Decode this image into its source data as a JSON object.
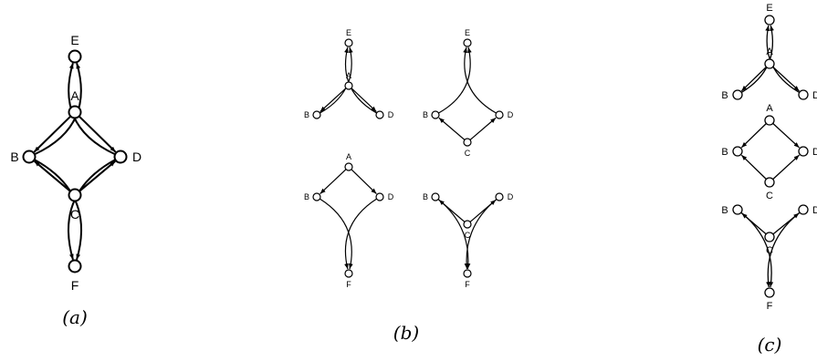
{
  "panels": [
    {
      "id": "a",
      "caption": "(a)",
      "graphs": [
        {
          "nodes": [
            {
              "id": "E",
              "label": "E"
            },
            {
              "id": "A",
              "label": "A"
            },
            {
              "id": "B",
              "label": "B"
            },
            {
              "id": "D",
              "label": "D"
            },
            {
              "id": "C",
              "label": "C"
            },
            {
              "id": "F",
              "label": "F"
            }
          ],
          "edges": [
            {
              "from": "A",
              "to": "B"
            },
            {
              "from": "A",
              "to": "D"
            },
            {
              "from": "C",
              "to": "B"
            },
            {
              "from": "C",
              "to": "D"
            },
            {
              "from": "B",
              "to": "E"
            },
            {
              "from": "D",
              "to": "E"
            },
            {
              "from": "B",
              "to": "F"
            },
            {
              "from": "D",
              "to": "F"
            }
          ]
        }
      ]
    },
    {
      "id": "b",
      "caption": "(b)",
      "graphs": [
        {
          "nodes": [
            {
              "id": "E",
              "label": "E"
            },
            {
              "id": "A",
              "label": "A"
            },
            {
              "id": "B",
              "label": "B"
            },
            {
              "id": "D",
              "label": "D"
            }
          ],
          "edges": [
            {
              "from": "A",
              "to": "B"
            },
            {
              "from": "A",
              "to": "D"
            },
            {
              "from": "B",
              "to": "E"
            },
            {
              "from": "D",
              "to": "E"
            }
          ]
        },
        {
          "nodes": [
            {
              "id": "E",
              "label": "E"
            },
            {
              "id": "B",
              "label": "B"
            },
            {
              "id": "D",
              "label": "D"
            },
            {
              "id": "C",
              "label": "C"
            }
          ],
          "edges": [
            {
              "from": "C",
              "to": "B"
            },
            {
              "from": "C",
              "to": "D"
            },
            {
              "from": "B",
              "to": "E"
            },
            {
              "from": "D",
              "to": "E"
            }
          ]
        },
        {
          "nodes": [
            {
              "id": "A",
              "label": "A"
            },
            {
              "id": "B",
              "label": "B"
            },
            {
              "id": "D",
              "label": "D"
            },
            {
              "id": "F",
              "label": "F"
            }
          ],
          "edges": [
            {
              "from": "A",
              "to": "B"
            },
            {
              "from": "A",
              "to": "D"
            },
            {
              "from": "B",
              "to": "F"
            },
            {
              "from": "D",
              "to": "F"
            }
          ]
        },
        {
          "nodes": [
            {
              "id": "B",
              "label": "B"
            },
            {
              "id": "D",
              "label": "D"
            },
            {
              "id": "C",
              "label": "C"
            },
            {
              "id": "F",
              "label": "F"
            }
          ],
          "edges": [
            {
              "from": "C",
              "to": "B"
            },
            {
              "from": "C",
              "to": "D"
            },
            {
              "from": "B",
              "to": "F"
            },
            {
              "from": "D",
              "to": "F"
            }
          ]
        }
      ]
    },
    {
      "id": "c",
      "caption": "(c)",
      "graphs": [
        {
          "nodes": [
            {
              "id": "E",
              "label": "E"
            },
            {
              "id": "A",
              "label": "A"
            },
            {
              "id": "B",
              "label": "B"
            },
            {
              "id": "D",
              "label": "D"
            }
          ],
          "edges": [
            {
              "from": "A",
              "to": "B"
            },
            {
              "from": "A",
              "to": "D"
            },
            {
              "from": "B",
              "to": "E"
            },
            {
              "from": "D",
              "to": "E"
            }
          ]
        },
        {
          "nodes": [
            {
              "id": "A",
              "label": "A"
            },
            {
              "id": "B",
              "label": "B"
            },
            {
              "id": "D",
              "label": "D"
            },
            {
              "id": "C",
              "label": "C"
            }
          ],
          "edges": [
            {
              "from": "A",
              "to": "B"
            },
            {
              "from": "A",
              "to": "D"
            },
            {
              "from": "C",
              "to": "B"
            },
            {
              "from": "C",
              "to": "D"
            }
          ]
        },
        {
          "nodes": [
            {
              "id": "B",
              "label": "B"
            },
            {
              "id": "D",
              "label": "D"
            },
            {
              "id": "C",
              "label": "C"
            },
            {
              "id": "F",
              "label": "F"
            }
          ],
          "edges": [
            {
              "from": "C",
              "to": "B"
            },
            {
              "from": "C",
              "to": "D"
            },
            {
              "from": "B",
              "to": "F"
            },
            {
              "from": "D",
              "to": "F"
            }
          ]
        }
      ]
    }
  ]
}
